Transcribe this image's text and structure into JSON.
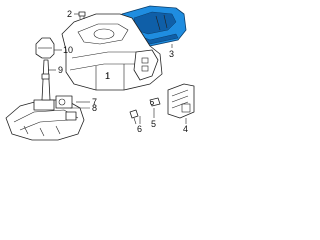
{
  "diagram": {
    "callouts": [
      {
        "id": "c1",
        "text": "1"
      },
      {
        "id": "c2",
        "text": "2"
      },
      {
        "id": "c3",
        "text": "3"
      },
      {
        "id": "c4",
        "text": "4"
      },
      {
        "id": "c5",
        "text": "5"
      },
      {
        "id": "c6",
        "text": "6"
      },
      {
        "id": "c7",
        "text": "7"
      },
      {
        "id": "c8",
        "text": "8"
      },
      {
        "id": "c9",
        "text": "9"
      },
      {
        "id": "c10",
        "text": "10"
      }
    ],
    "highlight_color": "#1f8de0",
    "highlighted_part_callout": "3"
  }
}
